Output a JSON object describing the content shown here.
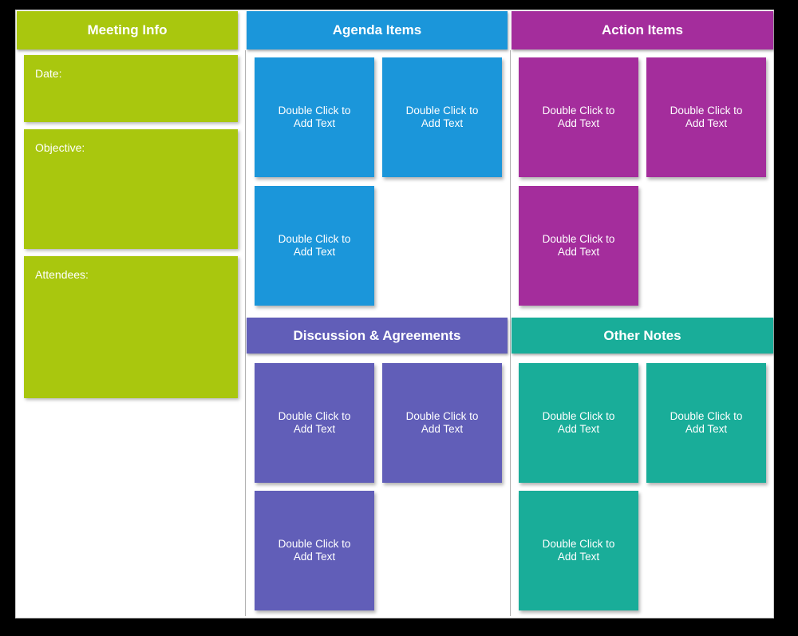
{
  "sections": [
    {
      "key": "meeting-info",
      "title": "Meeting Info",
      "color": "#a9c70e",
      "fields": [
        {
          "label": "Date:"
        },
        {
          "label": "Objective:"
        },
        {
          "label": "Attendees:"
        }
      ]
    },
    {
      "key": "agenda-items",
      "title": "Agenda Items",
      "color": "#1b96da",
      "notes": [
        "Double Click to Add Text",
        "Double Click to Add Text",
        "Double Click to Add Text"
      ]
    },
    {
      "key": "action-items",
      "title": "Action Items",
      "color": "#a42d9c",
      "notes": [
        "Double Click to Add Text",
        "Double Click to Add Text",
        "Double Click to Add Text"
      ]
    },
    {
      "key": "discussion-agreements",
      "title": "Discussion & Agreements",
      "color": "#615eb8",
      "notes": [
        "Double Click to Add Text",
        "Double Click to Add Text",
        "Double Click to Add Text"
      ]
    },
    {
      "key": "other-notes",
      "title": "Other Notes",
      "color": "#19ad99",
      "notes": [
        "Double Click to Add Text",
        "Double Click to Add Text",
        "Double Click to Add Text"
      ]
    }
  ]
}
